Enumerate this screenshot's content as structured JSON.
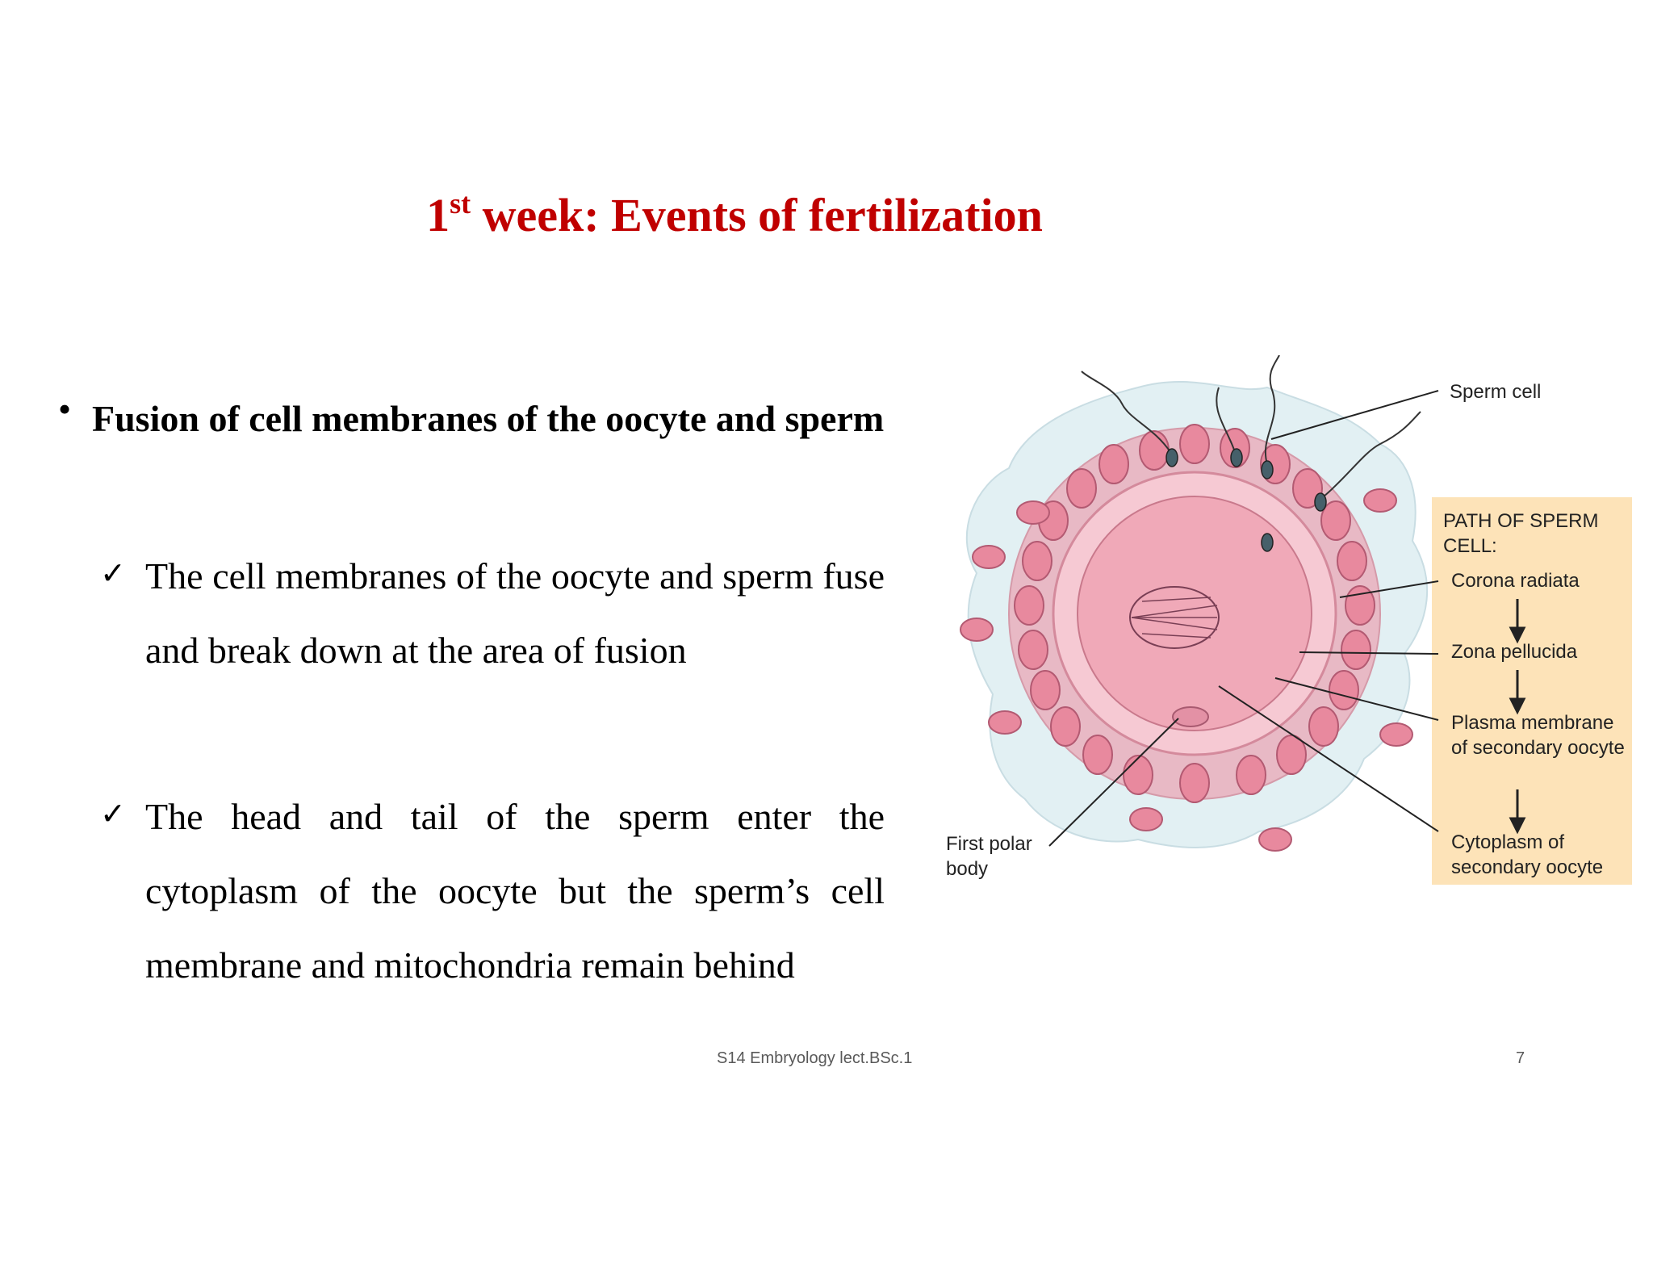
{
  "slide": {
    "title_prefix": "1",
    "title_sup": "st",
    "title_rest": " week: Events of fertilization",
    "bullet_symbol": "•",
    "main_bullet": "Fusion of cell membranes of the oocyte and sperm",
    "check_symbol": "✓",
    "sub_bullets": [
      "The cell membranes of the oocyte and sperm fuse and break down at the area of fusion",
      "The head and tail of the sperm enter the cytoplasm of the oocyte but the sperm’s cell membrane and mitochondria remain behind"
    ],
    "footer": "S14 Embryology lect.BSc.1",
    "page_number": "7"
  },
  "figure": {
    "labels": {
      "sperm_cell": "Sperm cell",
      "path_heading": "PATH OF SPERM CELL:",
      "corona_radiata": "Corona radiata",
      "zona_pellucida": "Zona pellucida",
      "plasma_membrane": "Plasma membrane of secondary oocyte",
      "cytoplasm": "Cytoplasm of secondary oocyte",
      "first_polar_body": "First polar body"
    },
    "colors": {
      "path_box": "#fde3b8",
      "cytoplasm": "#f0a9b8",
      "zona": "#f6c9d3",
      "corona_cells": "#e8899e",
      "halo": "#dfeff2"
    }
  }
}
